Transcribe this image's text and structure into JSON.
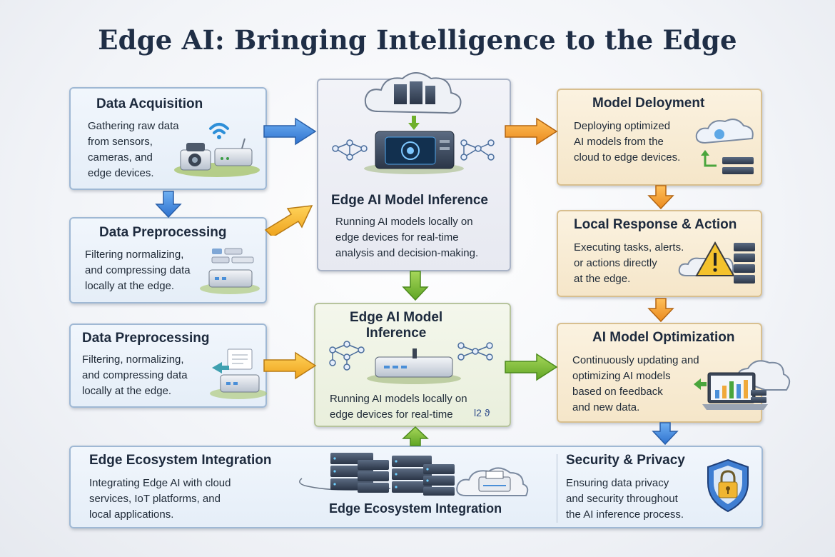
{
  "title": "Edge AI: Bringing Intelligence to the Edge",
  "data_acquisition": {
    "title": "Data Acquisition",
    "desc": "Gathering raw data\nfrom sensors,\ncameras, and\nedge devices."
  },
  "data_preprocessing_1": {
    "title": "Data Preprocessing",
    "desc": "Filtering normalizing,\nand compressing data\nlocally at the edge."
  },
  "data_preprocessing_2": {
    "title": "Data Preprocessing",
    "desc": "Filtering, normalizing,\nand compressing data\nlocally at the edge."
  },
  "inference_top": {
    "title": "Edge AI Model Inference",
    "desc": "Running AI models locally on\nedge devices for real-time\nanalysis and decision-making."
  },
  "inference_mid": {
    "title": "Edge AI Model\nInference",
    "desc": "Running AI models locally on\nedge devices for real-time",
    "scribble": "l2 ϑ"
  },
  "model_deployment": {
    "title": "Model Deloyment",
    "desc": "Deploying optimized\nAI models from the\ncloud to edge devices."
  },
  "local_response": {
    "title": "Local Response & Action",
    "desc": "Executing tasks, alerts.\nor actions directly\nat the edge."
  },
  "model_optimization": {
    "title": "AI Model Optimization",
    "desc": "Continuously updating and\noptimizing AI models\nbased on feedback\nand new data."
  },
  "ecosystem": {
    "title": "Edge Ecosystem Integration",
    "desc": "Integrating Edge AI with cloud\nservices, IoT platforms, and\nlocal applications.",
    "caption": "Edge Ecosystem Integration"
  },
  "security": {
    "title": "Security & Privacy",
    "desc": "Ensuring data privacy\nand security throughout\nthe AI inference process."
  },
  "colors": {
    "arrow_blue": "#3f86de",
    "arrow_orange": "#f29a2e",
    "arrow_green": "#7dbb2e",
    "arrow_yellow": "#f0b22a",
    "title": "#1f2e46"
  }
}
